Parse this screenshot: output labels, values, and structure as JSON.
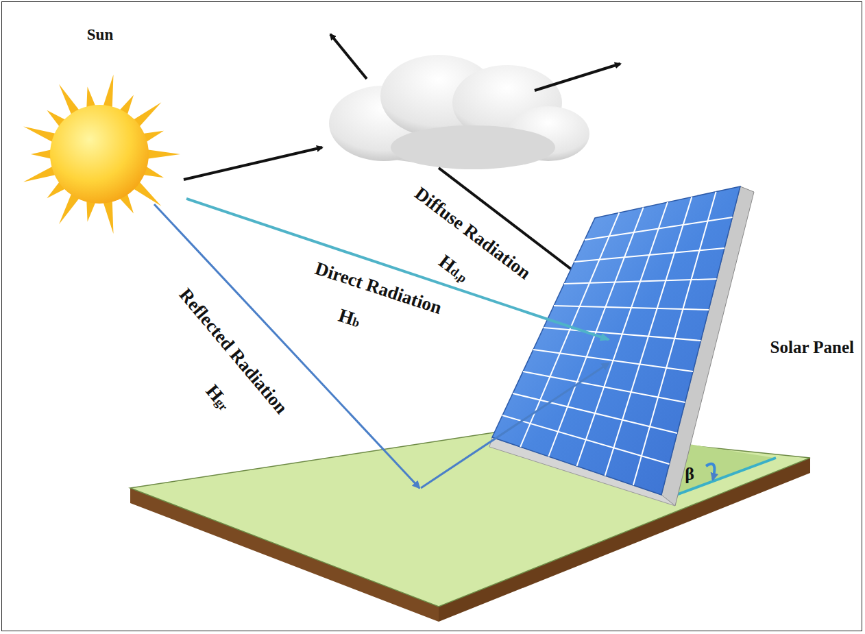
{
  "diagram": {
    "nodes": [
      {
        "text": [
          "Sun"
        ]
      },
      {
        "text": [
          "Solar Panel"
        ]
      }
    ],
    "edges": [
      {
        "from": 0,
        "to": 1,
        "arrow": "to",
        "label": "Direct Radiation"
      }
    ],
    "labels": [
      "Hb",
      "Diffuse Radiation",
      "Hd,p",
      "Reflected Radiation",
      "Hgr",
      "β"
    ]
  }
}
